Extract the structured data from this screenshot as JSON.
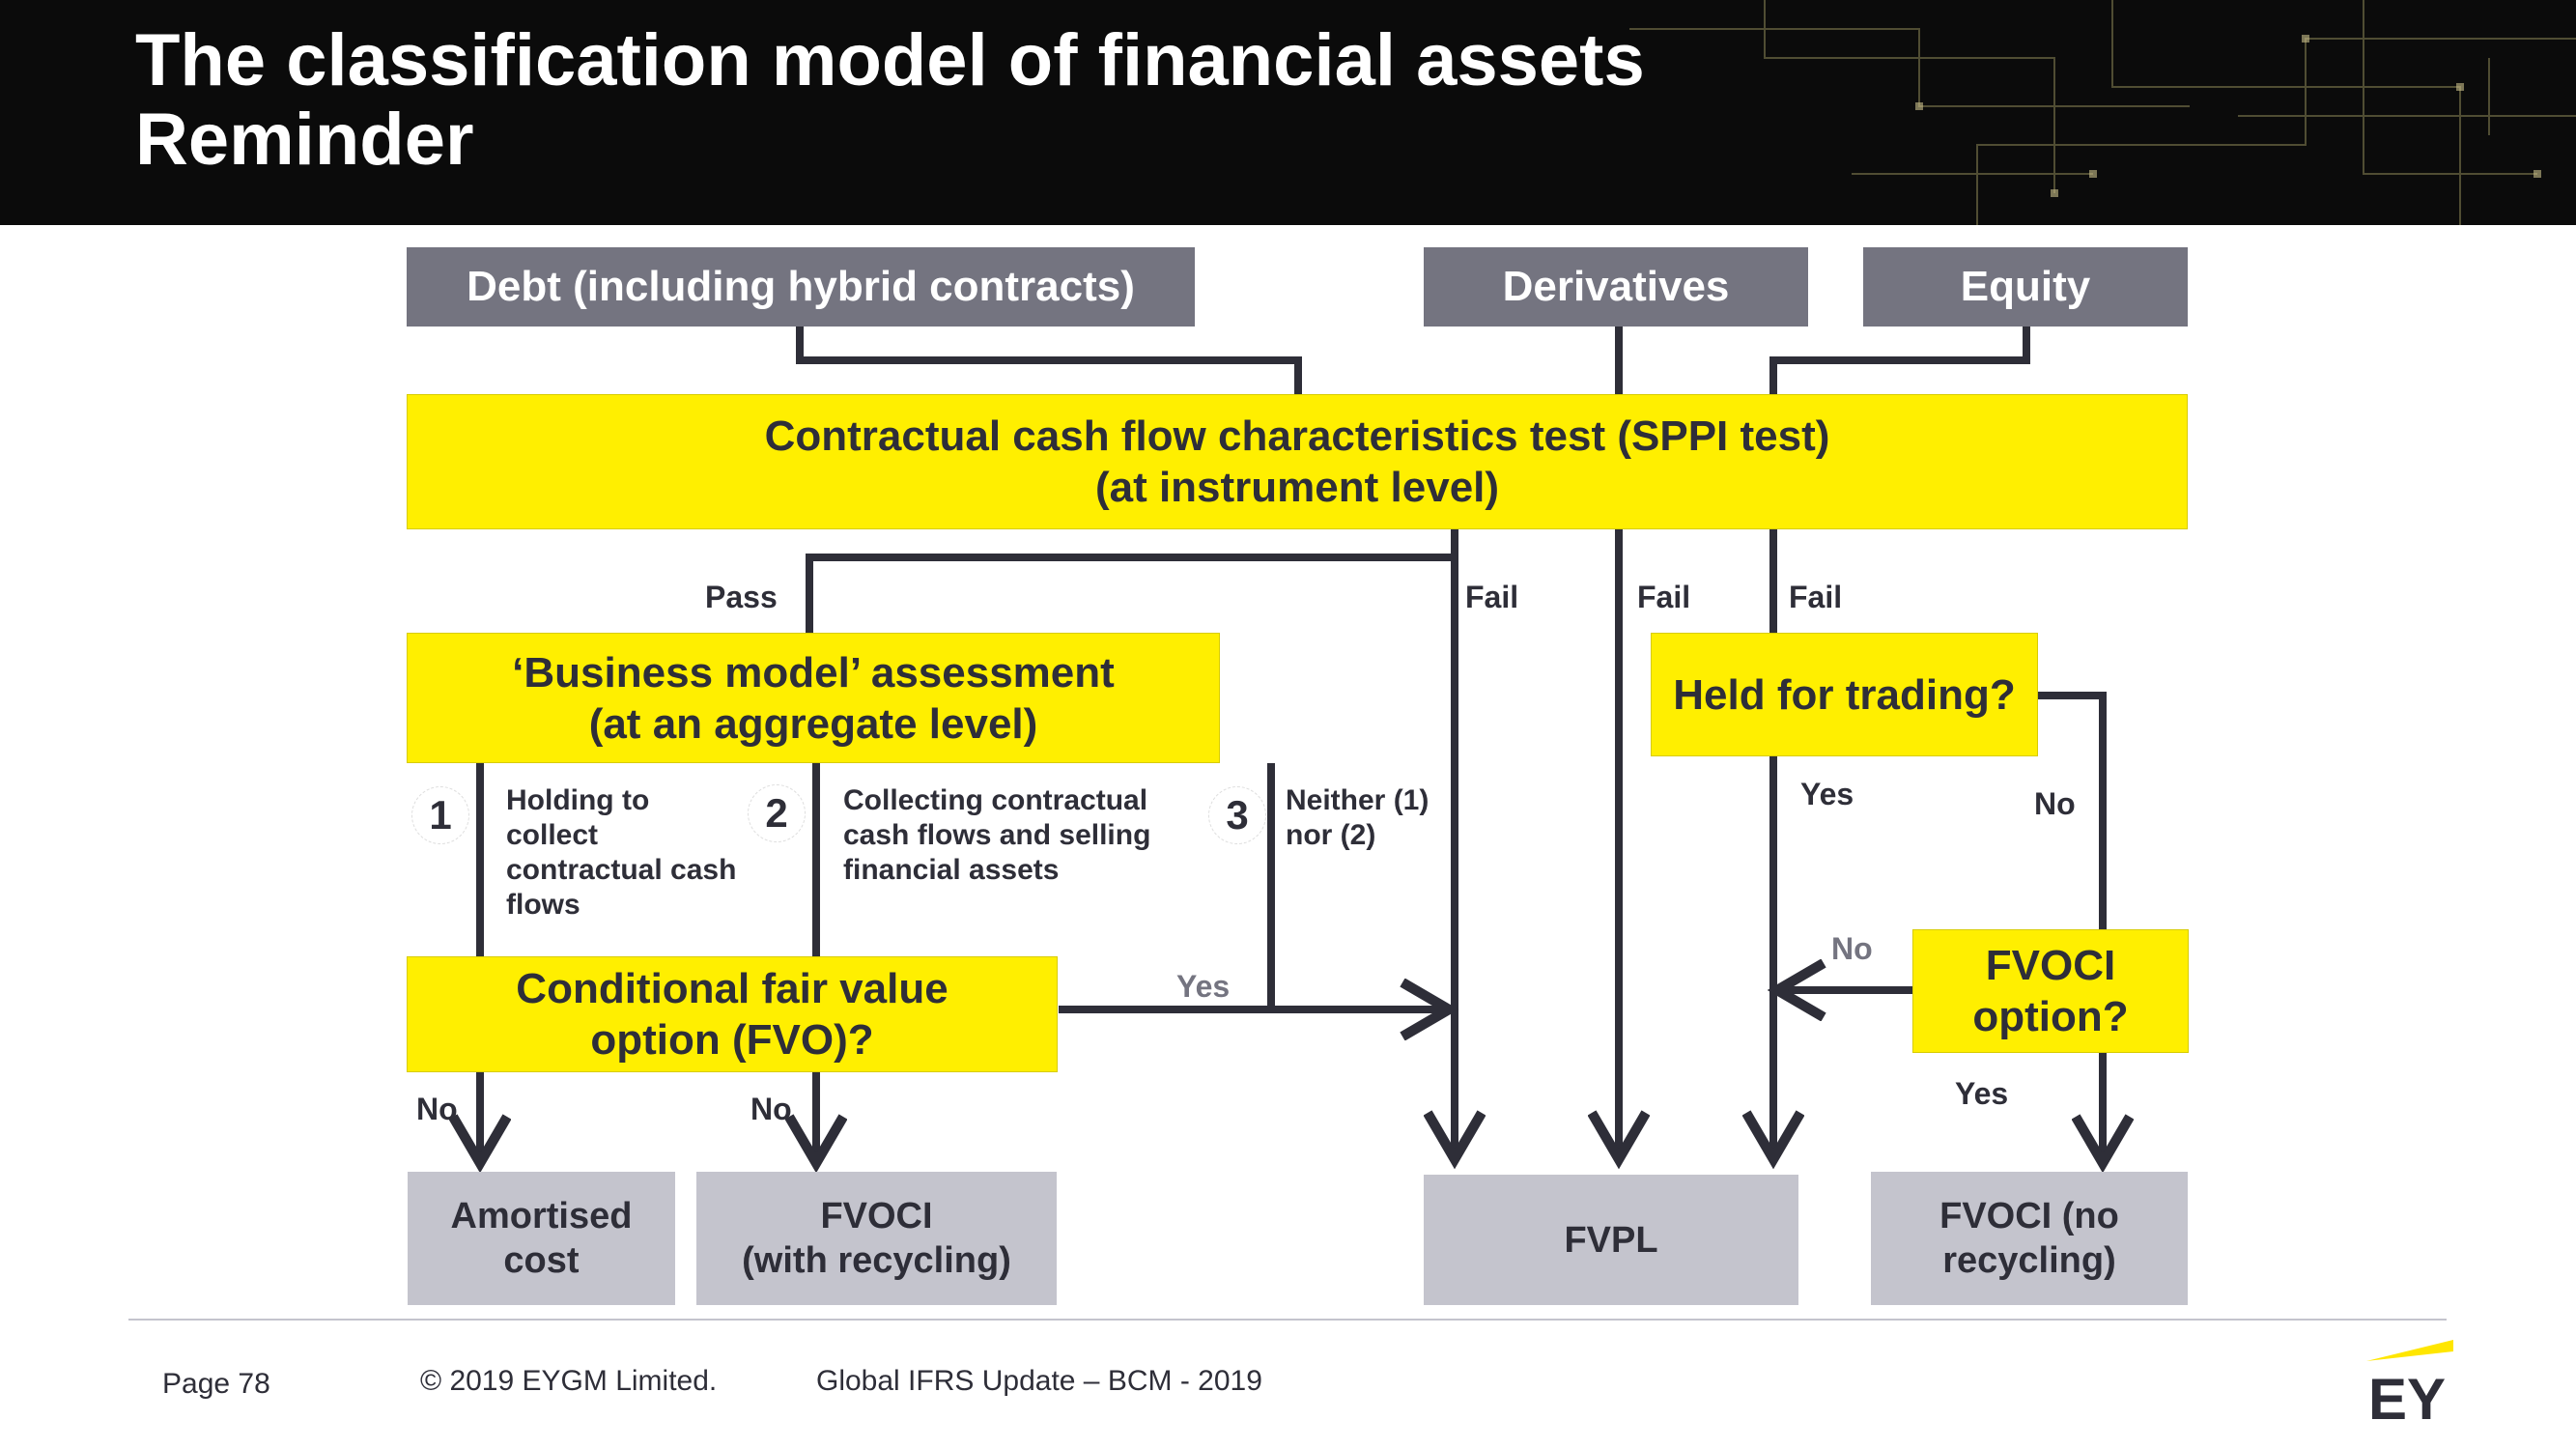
{
  "header": {
    "title_line1": "The classification model of financial assets",
    "title_line2": "Reminder"
  },
  "inputs": {
    "debt": "Debt (including hybrid contracts)",
    "derivatives": "Derivatives",
    "equity": "Equity"
  },
  "sppi": {
    "line1": "Contractual cash flow characteristics test (SPPI test)",
    "line2": "(at instrument level)"
  },
  "business_model": {
    "line1": "‘Business model’ assessment",
    "line2": "(at an aggregate level)",
    "options": [
      {
        "number": "1",
        "lines": [
          "Holding to",
          "collect",
          "contractual cash",
          "flows"
        ]
      },
      {
        "number": "2",
        "lines": [
          "Collecting contractual",
          "cash flows and selling",
          "financial assets"
        ]
      },
      {
        "number": "3",
        "lines": [
          "Neither (1)",
          "nor (2)"
        ]
      }
    ]
  },
  "held_for_trading": "Held for trading?",
  "fvo": {
    "line1": "Conditional fair value",
    "line2": "option (FVO)?"
  },
  "fvoci_option": {
    "line1": "FVOCI",
    "line2": "option?"
  },
  "edge_labels": {
    "pass": "Pass",
    "fail_sppi": "Fail",
    "fail_derivatives": "Fail",
    "fail_equity": "Fail",
    "hft_yes": "Yes",
    "hft_no": "No",
    "fvo_yes": "Yes",
    "fvo_no_left": "No",
    "fvo_no_right": "No",
    "fvoci_no": "No",
    "fvoci_yes": "Yes"
  },
  "outcomes": {
    "amortised_cost": {
      "line1": "Amortised",
      "line2": "cost"
    },
    "fvoci_recycling": {
      "line1": "FVOCI",
      "line2": "(with recycling)"
    },
    "fvpl": "FVPL",
    "fvoci_no_recycling": {
      "line1": "FVOCI (no",
      "line2": "recycling)"
    }
  },
  "footer": {
    "page": "Page 78",
    "copyright": "© 2019 EYGM Limited.",
    "event": "Global IFRS Update – BCM - 2019",
    "logo_text": "EY"
  },
  "colors": {
    "yellow": "#ffef00",
    "dark_box": "#747480",
    "outcome_box": "#c4c4cd",
    "connector": "#2e2e38",
    "header_bg": "#0b0b0b"
  }
}
